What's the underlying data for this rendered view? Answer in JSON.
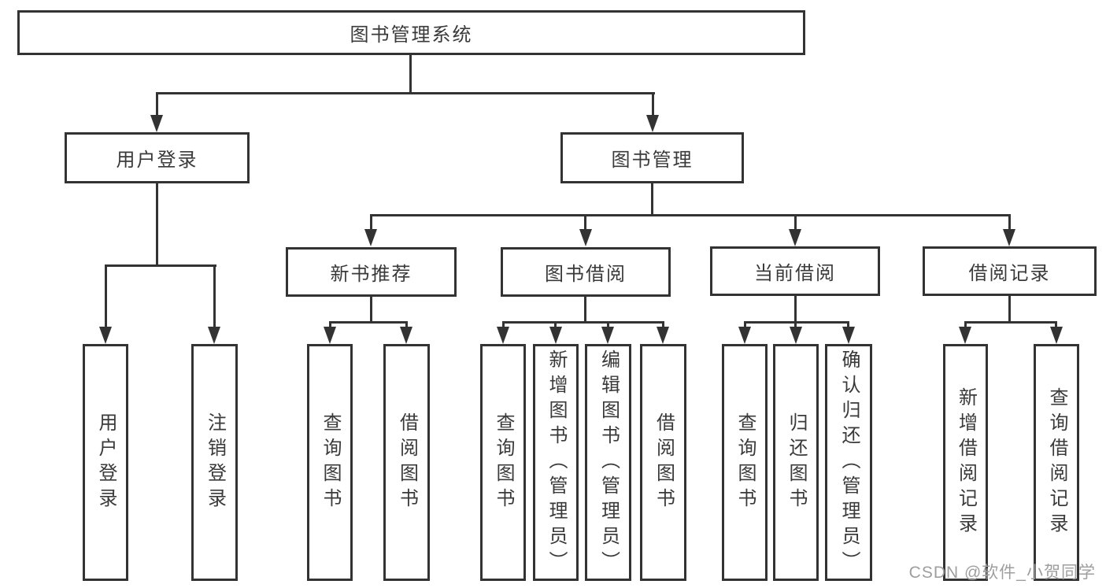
{
  "nodes": {
    "root": {
      "label": "图书管理系统"
    },
    "user_login": {
      "label": "用户登录"
    },
    "book_mgmt": {
      "label": "图书管理"
    },
    "new_book_rec": {
      "label": "新书推荐"
    },
    "book_borrow": {
      "label": "图书借阅"
    },
    "current_borrow": {
      "label": "当前借阅"
    },
    "borrow_records": {
      "label": "借阅记录"
    },
    "leaf_user_login": {
      "label": "用户登录"
    },
    "leaf_logout": {
      "label": "注销登录"
    },
    "leaf_query_book_a": {
      "label": "查询图书"
    },
    "leaf_borrow_book_a": {
      "label": "借阅图书"
    },
    "leaf_query_book_b": {
      "label": "查询图书"
    },
    "leaf_add_book": {
      "label": "新增图书（管理员）"
    },
    "leaf_edit_book": {
      "label": "编辑图书（管理员）"
    },
    "leaf_borrow_book_b": {
      "label": "借阅图书"
    },
    "leaf_query_book_c": {
      "label": "查询图书"
    },
    "leaf_return_book": {
      "label": "归还图书"
    },
    "leaf_confirm_return": {
      "label": "确认归还（管理员）"
    },
    "leaf_add_record": {
      "label": "新增借阅记录"
    },
    "leaf_query_record": {
      "label": "查询借阅记录"
    }
  },
  "hierarchy": {
    "图书管理系统": {
      "用户登录": [
        "用户登录",
        "注销登录"
      ],
      "图书管理": {
        "新书推荐": [
          "查询图书",
          "借阅图书"
        ],
        "图书借阅": [
          "查询图书",
          "新增图书（管理员）",
          "编辑图书（管理员）",
          "借阅图书"
        ],
        "当前借阅": [
          "查询图书",
          "归还图书",
          "确认归还（管理员）"
        ],
        "借阅记录": [
          "新增借阅记录",
          "查询借阅记录"
        ]
      }
    }
  },
  "watermark": {
    "text": "CSDN @软件_小贺同学"
  },
  "colors": {
    "line": "#333333",
    "border": "#333333",
    "text": "#3a3a3a",
    "watermark": "#9e9e9e",
    "background": "#ffffff"
  }
}
